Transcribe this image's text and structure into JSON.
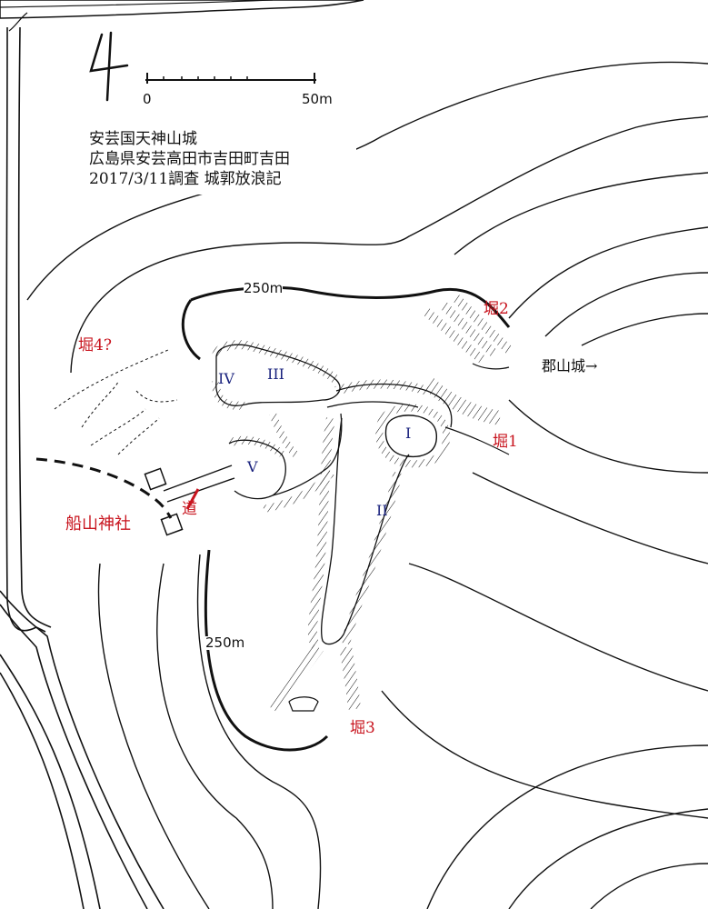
{
  "map": {
    "north_symbol": "4",
    "scale": {
      "start_label": "0",
      "end_label": "50m"
    },
    "info": {
      "line1": "安芸国天神山城",
      "line2": "広島県安芸高田市吉田町吉田",
      "line3": "2017/3/11調査 城郭放浪記"
    },
    "labels": {
      "contour_upper": "250m",
      "contour_lower": "250m",
      "moat1": "堀1",
      "moat2": "堀2",
      "moat3": "堀3",
      "moat4": "堀4?",
      "road": "道",
      "shrine": "船山神社",
      "direction": "郡山城→"
    },
    "enclosures": {
      "I": "I",
      "II": "II",
      "III": "III",
      "IV": "IV",
      "V": "V"
    },
    "colors": {
      "ink": "#111111",
      "river": "#5b5b5b",
      "red_label": "#c8141e",
      "blue_label": "#1a237e"
    }
  }
}
